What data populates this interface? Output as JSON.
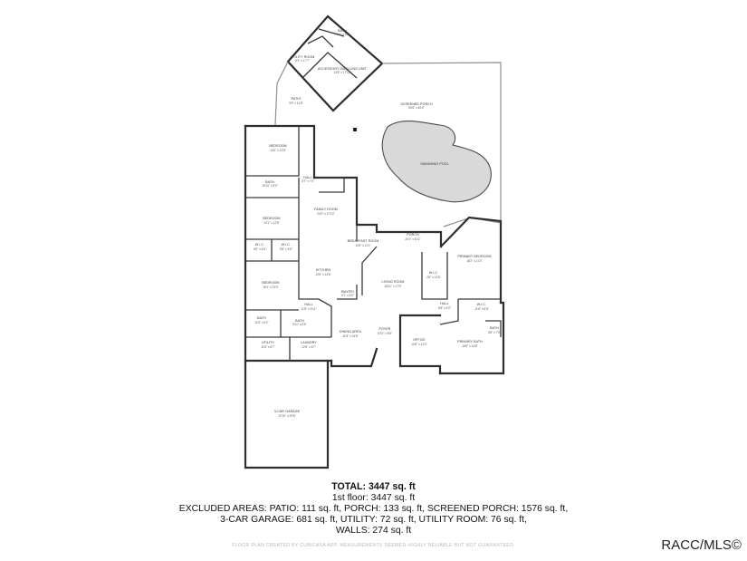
{
  "rooms": {
    "bath_top": {
      "name": "BATH",
      "dim": "7'10\" x 5'2\""
    },
    "utility_room": {
      "name": "UTILITY ROOM",
      "dim": "8'2\" x 17'7\""
    },
    "adu": {
      "name": "ACCESSORY DWELLING UNIT",
      "dim": "13'6\" x 17'11\""
    },
    "patio": {
      "name": "PATIO",
      "dim": "9'9\" x 11'8\""
    },
    "screened_porch": {
      "name": "SCREENED PORCH",
      "dim": "50'6\" x 46'0\""
    },
    "swimming_pool": {
      "name": "SWIMMING POOL",
      "dim": ""
    },
    "bedroom1": {
      "name": "BEDROOM",
      "dim": "13'0\" x 13'8\""
    },
    "bath2": {
      "name": "BATH",
      "dim": "10'10\" x 5'0\""
    },
    "hall1": {
      "name": "HALL",
      "dim": "3'7\" x 7'0\""
    },
    "family_room": {
      "name": "FAMILY ROOM",
      "dim": "20'0\" x 17'10\""
    },
    "bedroom2": {
      "name": "BEDROOM",
      "dim": "14'1\" x 12'8\""
    },
    "wic1": {
      "name": "W.I.C.",
      "dim": "6'6\" x 4'6\""
    },
    "wic2": {
      "name": "W.I.C.",
      "dim": "5'8\" x 4'6\""
    },
    "breakfast_room": {
      "name": "BREAKFAST ROOM",
      "dim": "10'8\" x 11'1\""
    },
    "porch": {
      "name": "PORCH",
      "dim": "24'1\" x 6'11\""
    },
    "primary_bedroom": {
      "name": "PRIMARY BEDROOM",
      "dim": "18'2\" x 21'0\""
    },
    "kitchen": {
      "name": "KITCHEN",
      "dim": "13'6\" x 14'6\""
    },
    "wic3": {
      "name": "W.I.C.",
      "dim": "4'6\" x 12'6\""
    },
    "living_room": {
      "name": "LIVING ROOM",
      "dim": "18'11\" x 17'9\""
    },
    "bedroom3": {
      "name": "BEDROOM",
      "dim": "18'1\" x 13'0\""
    },
    "pantry": {
      "name": "PANTRY",
      "dim": "4'1\" x 5'0\""
    },
    "hall2": {
      "name": "HALL",
      "dim": "6'8\" x 6'0\""
    },
    "wic4": {
      "name": "W.I.C.",
      "dim": "11'8\" x 6'6\""
    },
    "hall3": {
      "name": "HALL",
      "dim": "11'8\" x 3'11\""
    },
    "bath3": {
      "name": "BATH",
      "dim": "11'6\" x 5'2\""
    },
    "bath4": {
      "name": "BATH",
      "dim": "6'11\" x 5'6\""
    },
    "dining_area": {
      "name": "DINING AREA",
      "dim": "11'8\" x 16'6\""
    },
    "foyer": {
      "name": "FOYER",
      "dim": "5'10\" x 8'8\""
    },
    "office": {
      "name": "OFFICE",
      "dim": "10'8\" x 14'3\""
    },
    "primary_bath": {
      "name": "PRIMARY BATH",
      "dim": "16'8\" x 14'8\""
    },
    "bath5": {
      "name": "BATH",
      "dim": "5'8\" x 7'9\""
    },
    "utility": {
      "name": "UTILITY",
      "dim": "11'8\" x 6'7\""
    },
    "laundry": {
      "name": "LAUNDRY",
      "dim": "12'8\" x 6'7\""
    },
    "garage": {
      "name": "3-CAR GARAGE",
      "dim": "22'10\" x 29'8\""
    }
  },
  "summary": {
    "total": "TOTAL: 3447 sq. ft",
    "floor": "1st floor: 3447 sq. ft",
    "excluded_line1": "EXCLUDED AREAS: PATIO: 111 sq. ft, PORCH: 133 sq. ft, SCREENED PORCH: 1576 sq. ft,",
    "excluded_line2": "3-CAR GARAGE: 681 sq. ft, UTILITY: 72 sq. ft, UTILITY ROOM: 76 sq. ft,",
    "walls": "WALLS: 274 sq. ft"
  },
  "credit": "FLOOR PLAN CREATED BY CUBICASA APP. MEASUREMENTS DEEMED HIGHLY RELIABLE BUT NOT GUARANTEED.",
  "brand": "RACC/MLS©",
  "colors": {
    "walls": "#2e2e2e",
    "screen": "#8f8f8f",
    "pool_fill": "#d9d9d9",
    "background": "#ffffff"
  }
}
